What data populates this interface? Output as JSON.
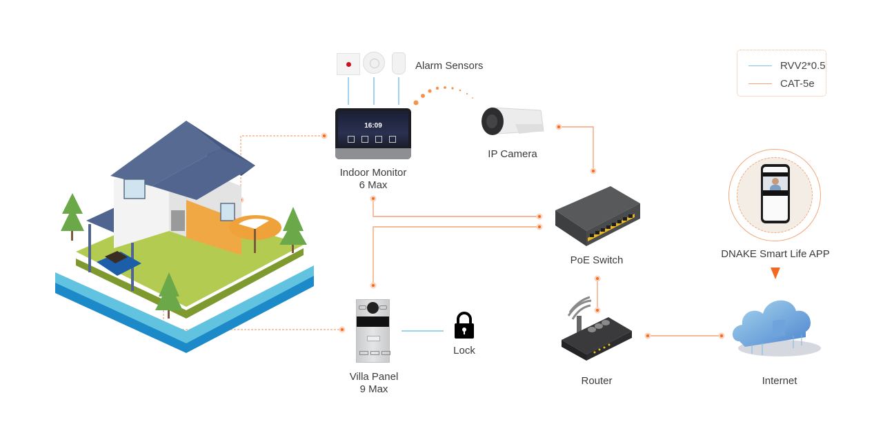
{
  "legend": {
    "items": [
      {
        "label": "RVV2*0.5",
        "color": "#7cc3ec"
      },
      {
        "label": "CAT-5e",
        "color": "#f2a477"
      }
    ]
  },
  "colors": {
    "cat5e": "#f2a477",
    "rvv": "#7cc3ec",
    "node_dot": "#f26a21",
    "arrow": "#f26a21"
  },
  "devices": {
    "alarm_sensors": {
      "label": "Alarm Sensors"
    },
    "indoor_monitor": {
      "label_line1": "Indoor Monitor",
      "label_line2": "6 Max",
      "screen_time": "16:09"
    },
    "ip_camera": {
      "label": "IP Camera"
    },
    "poe_switch": {
      "label": "PoE Switch"
    },
    "router": {
      "label": "Router"
    },
    "internet": {
      "label": "Internet"
    },
    "app": {
      "label": "DNAKE Smart Life APP"
    },
    "villa_panel": {
      "label_line1": "Villa Panel",
      "label_line2": "9 Max"
    },
    "lock": {
      "label": "Lock"
    }
  }
}
